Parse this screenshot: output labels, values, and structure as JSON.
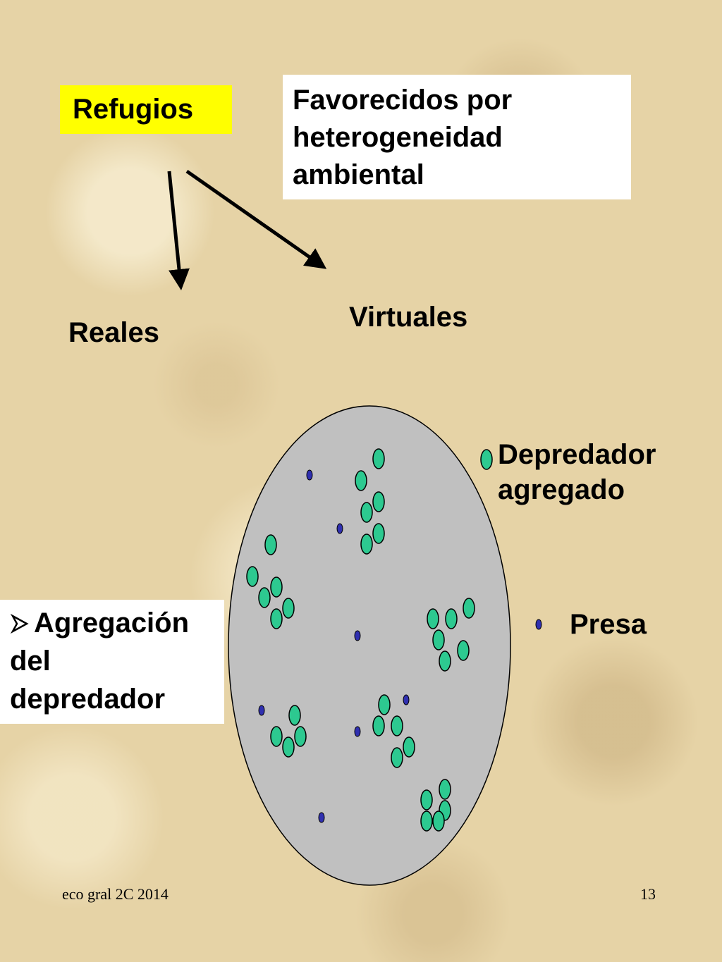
{
  "refugios_label": "Refugios",
  "favorecidos_text": [
    "Favorecidos por",
    "heterogeneidad",
    "ambiental"
  ],
  "reales_label": "Reales",
  "virtuales_label": "Virtuales",
  "legend": {
    "predator_label": [
      "Depredador",
      "agregado"
    ],
    "prey_label": "Presa"
  },
  "agregacion_box": {
    "bullet_text": "Agregación",
    "lines": [
      "del",
      "depredador"
    ]
  },
  "footer": {
    "left": "eco gral 2C 2014",
    "page_number": "13"
  },
  "colors": {
    "highlight": "#ffff00",
    "predator": "#2dc990",
    "prey": "#3030b0",
    "ellipse_fill": "#c0c0c0"
  }
}
